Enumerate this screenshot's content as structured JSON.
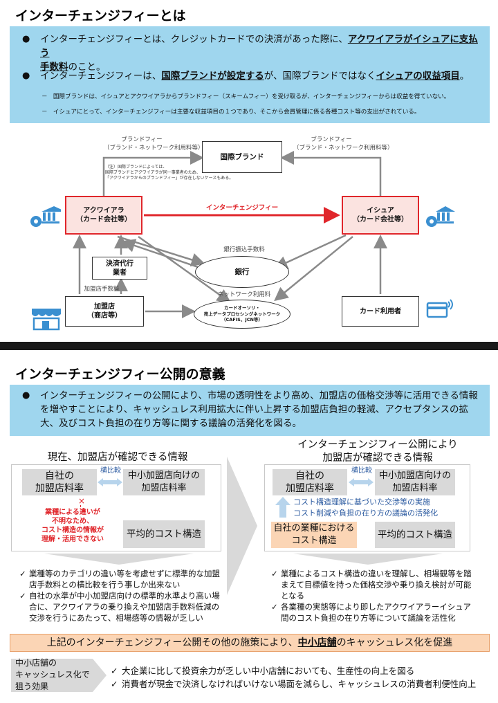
{
  "section1": {
    "title": "インターチェンジフィーとは",
    "bullet1": {
      "pre": "インターチェンジフィーとは、クレジットカードでの決済があった際に、",
      "em1": "アクワイアラがイシュアに支払う",
      "em2": "手数料",
      "post": "のこと。"
    },
    "bullet2": {
      "pre": "インターチェンジフィーは、",
      "em1": "国際ブランドが設定する",
      "mid": "が、国際ブランドではなく",
      "em2": "イシュアの収益項目",
      "post": "。"
    },
    "sub1": "国際ブランドは、イシュアとアクワイアラからブランドフィー（スキームフィー）を受け取るが、インターチェンジフィーからは収益を得ていない。",
    "sub2": "イシュアにとって、インターチェンジフィーは主要な収益項目の１つであり、そこから会員管理に係る各種コスト等の支出がされている。",
    "dash": "－"
  },
  "diagram": {
    "brand_fee_left": "ブランドフィー",
    "brand_fee_left_sub": "（ブランド・ネットワーク利用料等）",
    "brand_fee_right": "ブランドフィー",
    "brand_fee_right_sub": "（ブランド・ネットワーク利用料等）",
    "intl_brand": "国際ブランド",
    "note_line1": "（注）国際ブランドによっては、",
    "note_line2": "国際ブランドとアクワイアラが同一事業者のため、",
    "note_line3": "「アクワイアラからのブランドフィー」が存在しないケースもある。",
    "acquirer_line1": "アクワイアラ",
    "acquirer_line2": "（カード会社等）",
    "issuer_line1": "イシュア",
    "issuer_line2": "（カード会社等）",
    "interchange_label": "インターチェンジフィー",
    "bank_transfer_fee": "銀行振込手数料",
    "bank": "銀行",
    "payment_agent_line1": "決済代行",
    "payment_agent_line2": "業者",
    "merchant_fee": "加盟店手数料",
    "merchant_line1": "加盟店",
    "merchant_line2": "（商店等）",
    "network_fee": "ネットワーク利用料",
    "network_line1": "カードオーソリ・",
    "network_line2": "売上データプロセシングネットワーク",
    "network_line3": "（CAFIS、JCN等）",
    "cardholder": "カード利用者"
  },
  "section2": {
    "title": "インターチェンジフィー公開の意義",
    "bullet": "インターチェンジフィーの公開により、市場の透明性をより高め、加盟店の価格交渉等に活用できる情報を増やすことにより、キャッシュレス利用拡大に伴い上昇する加盟店負担の軽減、アクセプタンスの拡大、及びコスト負担の在り方等に関する議論の活発化を図る。",
    "left_panel_title": "現在、加盟店が確認できる情報",
    "right_panel_title_line1": "インターチェンジフィー公開により",
    "right_panel_title_line2": "加盟店が確認できる情報",
    "own_rate_line1": "自社の",
    "own_rate_line2": "加盟店料率",
    "compare": "横比較",
    "sme_rate_line1": "中小加盟店向けの",
    "sme_rate_line2": "加盟店料率",
    "x_mark": "×",
    "unknown_line1": "業種による違いが",
    "unknown_line2": "不明なため、",
    "unknown_line3": "コスト構造の情報が",
    "unknown_line4": "理解・活用できない",
    "avg_cost": "平均的コスト構造",
    "nego_line1": "コスト構造理解に基づいた交渉等の実施",
    "nego_line2": "コスト削減や負担の在り方の議論の活発化",
    "own_industry_line1": "自社の業種における",
    "own_industry_line2": "コスト構造",
    "check": "✓",
    "left_check1": "業種等のカテゴリの違い等を考慮せずに標準的な加盟店手数料との横比較を行う事しか出来ない",
    "left_check2": "自社の水準が中小加盟店向けの標準的水準より高い場合に、アクワイアラの乗り換えや加盟店手数料低減の交渉を行うにあたって、相場感等の情報が乏しい",
    "right_check1": "業種によるコスト構造の違いを理解し、相場観等を踏まえて目標値を持った価格交渉や乗り換え検討が可能となる",
    "right_check2": "各業種の実態等により即したアクワイアラーイシュア間のコスト負担の在り方等について議論を活性化",
    "banner_pre": "上記のインターチェンジフィー公開その他の施策により、",
    "banner_em": "中小店舗",
    "banner_post": "のキャッシュレス化を促進",
    "effect_line1": "中小店舗の",
    "effect_line2": "キャッシュレス化で",
    "effect_line3": "狙う効果",
    "effect1": "大企業に比して投資余力が乏しい中小店舗においても、生産性の向上を図る",
    "effect2": "消費者が現金で決済しなければいけない場面を減らし、キャッシュレスの消費者利便性向上"
  }
}
